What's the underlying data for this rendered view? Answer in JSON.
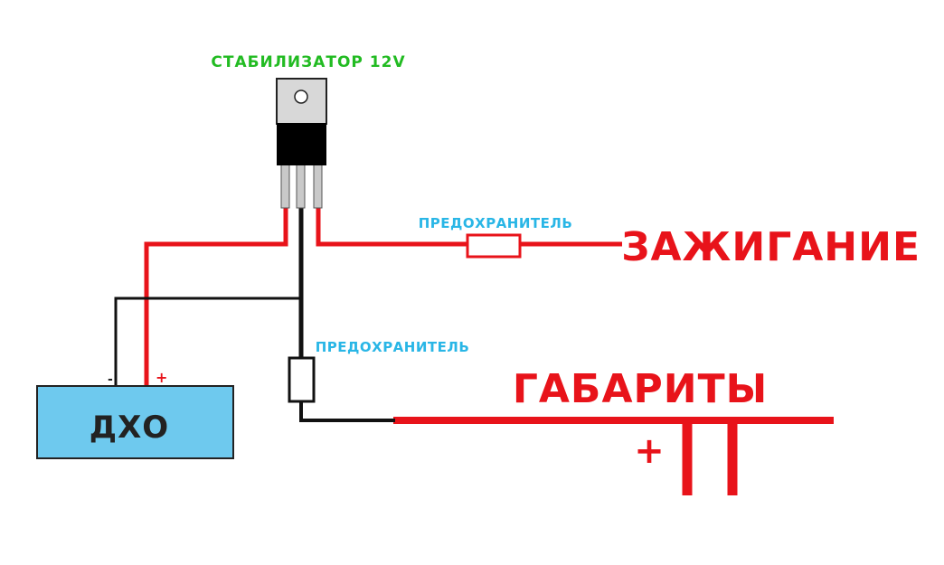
{
  "labels": {
    "stabilizer": "СТАБИЛИЗАТОР 12V",
    "fuse_top": "ПРЕДОХРАНИТЕЛЬ",
    "fuse_bottom": "ПРЕДОХРАНИТЕЛЬ",
    "ignition": "ЗАЖИГАНИЕ",
    "parking_lights": "ГАБАРИТЫ",
    "drl": "ДХО",
    "drl_minus": "-",
    "drl_plus": "+",
    "parking_plus": "+"
  },
  "colors": {
    "label_green": "#22bb22",
    "label_blue": "#29b6e6",
    "wire_red": "#e8131a",
    "wire_black": "#111111",
    "drl_box": "#6ec9ee",
    "regulator_tab": "#d8d8d8",
    "regulator_body": "#000000"
  }
}
